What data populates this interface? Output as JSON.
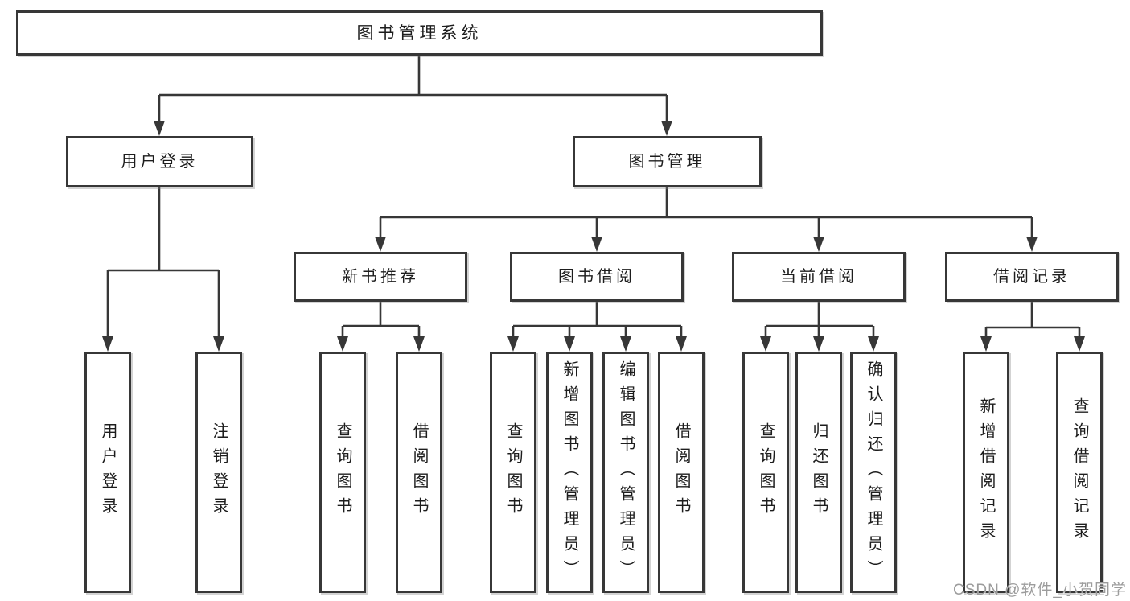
{
  "diagram": {
    "root": "图书管理系统",
    "branches": [
      {
        "label": "用户登录",
        "children": [
          {
            "label": "用户登录"
          },
          {
            "label": "注销登录"
          }
        ]
      },
      {
        "label": "图书管理",
        "children": [
          {
            "label": "新书推荐",
            "children": [
              {
                "label": "查询图书"
              },
              {
                "label": "借阅图书"
              }
            ]
          },
          {
            "label": "图书借阅",
            "children": [
              {
                "label": "查询图书"
              },
              {
                "label": "新增图书（管理员）"
              },
              {
                "label": "编辑图书（管理员）"
              },
              {
                "label": "借阅图书"
              }
            ]
          },
          {
            "label": "当前借阅",
            "children": [
              {
                "label": "查询图书"
              },
              {
                "label": "归还图书"
              },
              {
                "label": "确认归还（管理员）"
              }
            ]
          },
          {
            "label": "借阅记录",
            "children": [
              {
                "label": "新增借阅记录"
              },
              {
                "label": "查询借阅记录"
              }
            ]
          }
        ]
      }
    ]
  },
  "watermark": "CSDN @软件_小贺同学",
  "colors": {
    "line": "#373737",
    "border": "#373737",
    "text": "#1d1d1d",
    "watermark_text": "#9c9c9c",
    "background": "#ffffff"
  }
}
